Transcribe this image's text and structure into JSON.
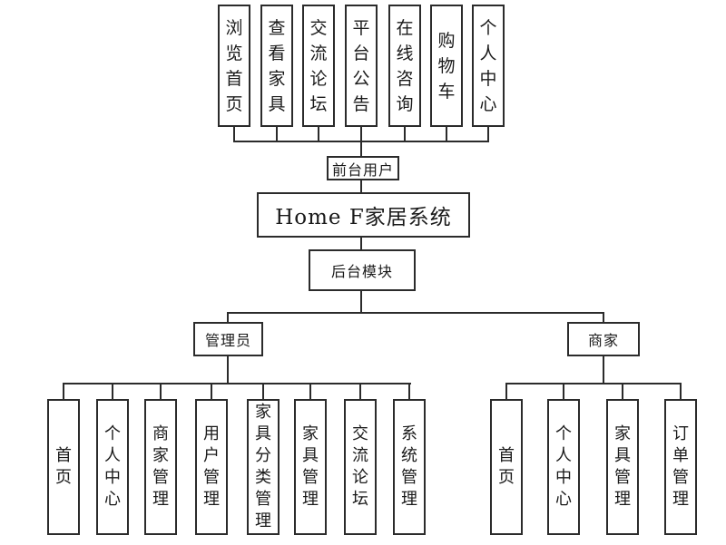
{
  "diagram": {
    "system_title": "Home F家居系统",
    "front_group": {
      "label": "前台用户",
      "items": [
        "浏览首页",
        "查看家具",
        "交流论坛",
        "平台公告",
        "在线咨询",
        "购物车",
        "个人中心"
      ]
    },
    "backend_module": {
      "label": "后台模块"
    },
    "admin_branch": {
      "label": "管理员",
      "children": [
        "首页",
        "个人中心",
        "商家管理",
        "用户管理",
        "家具分类管理",
        "家具管理",
        "交流论坛",
        "系统管理"
      ]
    },
    "merchant_branch": {
      "label": "商家",
      "children": [
        "首页",
        "个人中心",
        "家具管理",
        "订单管理"
      ]
    },
    "colors": {
      "line": "#2b2b2b",
      "background": "#ffffff",
      "text": "#1a1a1a"
    }
  }
}
